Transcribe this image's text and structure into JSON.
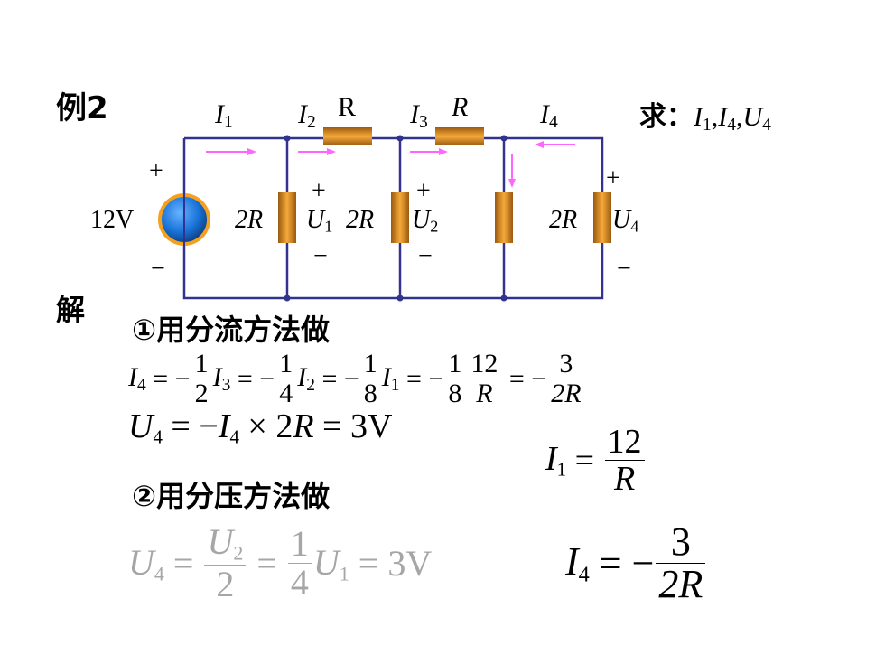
{
  "header": {
    "example_label": "例2",
    "question_prefix": "求：",
    "question_targets": [
      "I1",
      "I4",
      "U4"
    ]
  },
  "circuit": {
    "source_label": "12V",
    "current_labels": [
      "I1",
      "I2",
      "I3",
      "I4"
    ],
    "resistor_labels_top": [
      "R",
      "R"
    ],
    "resistor_labels_side": [
      "2R",
      "2R",
      "2R"
    ],
    "voltage_labels": [
      "U1",
      "U2",
      "U4"
    ],
    "plus_sign": "+",
    "minus_sign": "−"
  },
  "solution": {
    "solution_label": "解",
    "method1_title": "①用分流方法做",
    "method2_title": "②用分压方法做",
    "eq1_terms": [
      "1",
      "2",
      "1",
      "4",
      "1",
      "8",
      "1",
      "8",
      "12",
      "R",
      "3",
      "2R"
    ],
    "eq2_text": "U4 = −I4 × 2R = 3V",
    "i1_result_num": "12",
    "i1_result_den": "R",
    "eq3_values": [
      "2",
      "1",
      "4",
      "3V"
    ],
    "i4_result_num": "3",
    "i4_result_den": "2R"
  },
  "colors": {
    "wire": "#33338f",
    "resistor": "#e08a1e",
    "arrow": "#ff66ff",
    "source_fill": "#1a73d9",
    "source_ring": "#f4a020",
    "faded_text": "#a6a6a6"
  }
}
